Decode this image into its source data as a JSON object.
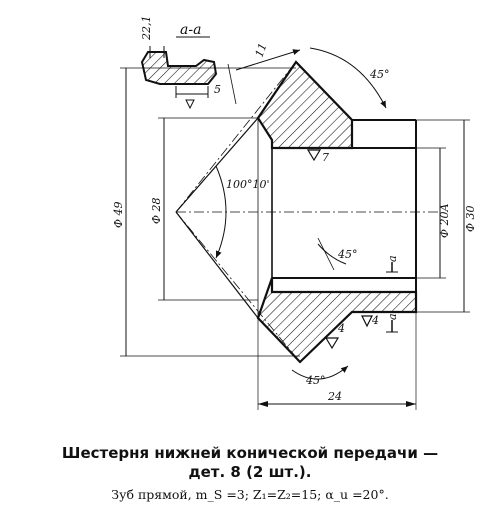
{
  "section_label": "а-а",
  "dims": {
    "d49": "Φ 49",
    "d28": "Φ 28",
    "d20": "Φ 20A",
    "d30": "Φ 30",
    "angle_100": "100°10'",
    "angle_45_top": "45°",
    "angle_45_mid": "45°",
    "angle_45_bot": "45°",
    "len_24": "24",
    "len_11": "11",
    "tooth_22": "22,1",
    "tooth_5": "5",
    "rough_7": "7",
    "rough_4a": "4",
    "rough_4b": "4",
    "cut_a_top": "a",
    "cut_a_bot": "a"
  },
  "caption": {
    "line1": "Шестерня нижней конической передачи —",
    "line2": "дет. 8 (2 шт.).",
    "spec": "Зуб прямой, m_S =3;  Z₁=Z₂=15;  α_u =20°."
  }
}
